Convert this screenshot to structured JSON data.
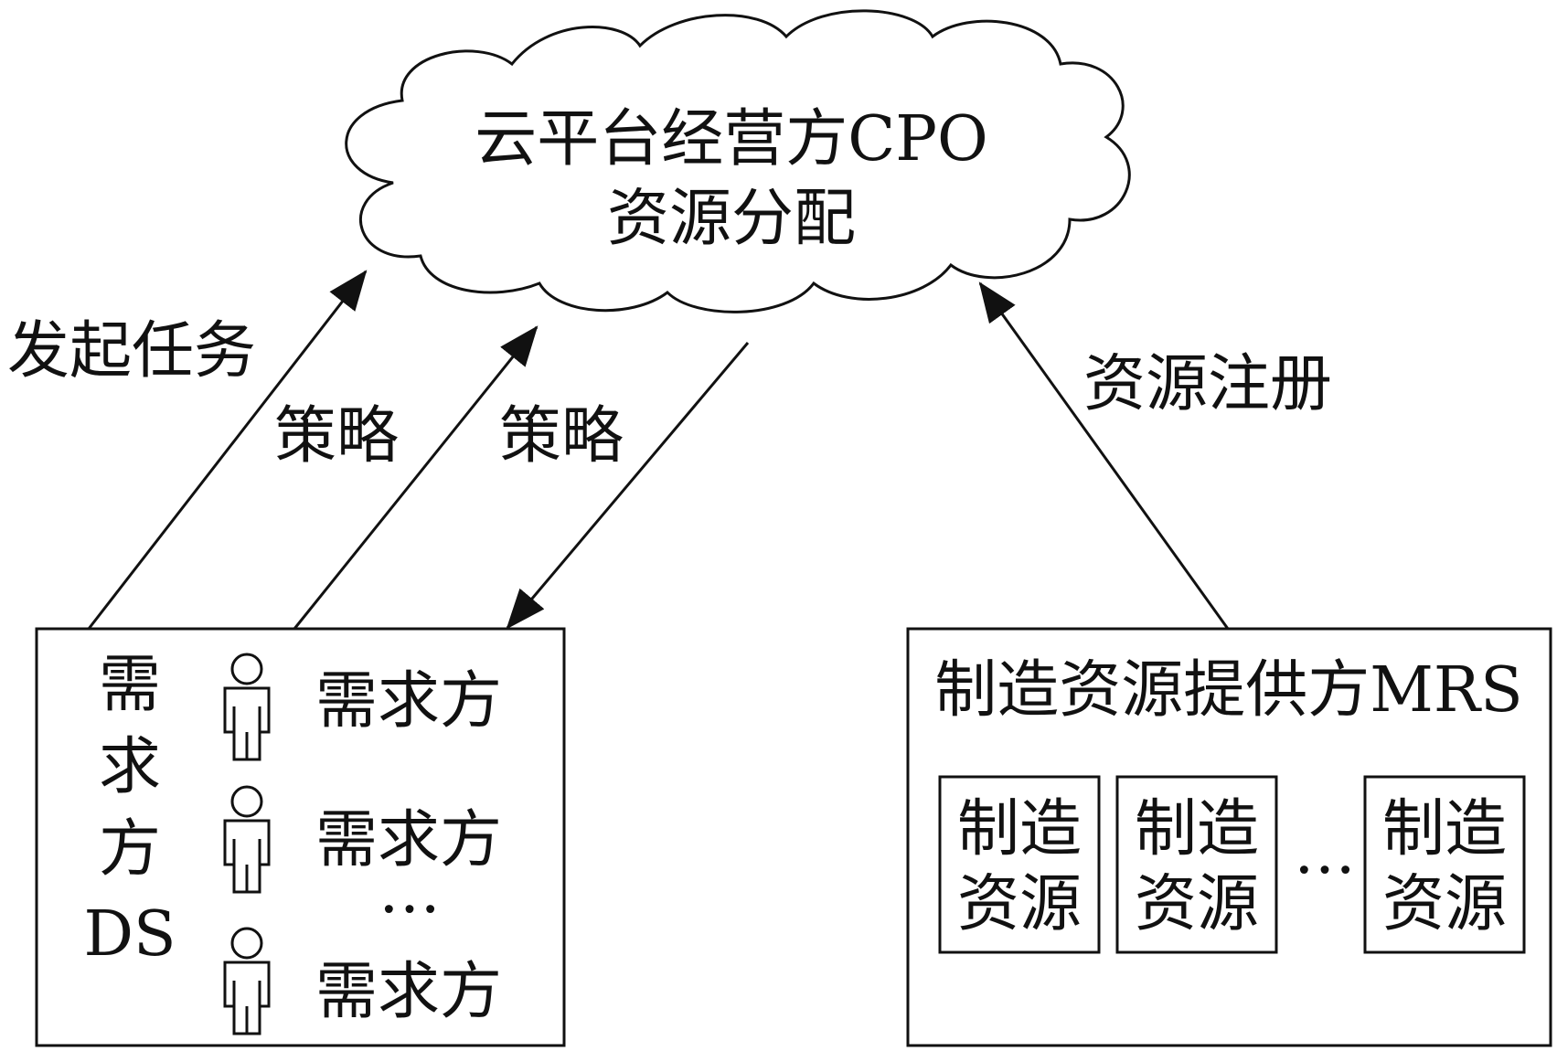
{
  "cloud": {
    "line1": "云平台经营方CPO",
    "line2": "资源分配"
  },
  "arrows": {
    "launch_task": "发起任务",
    "strategy_left": "策略",
    "strategy_right": "策略",
    "resource_register": "资源注册"
  },
  "demander": {
    "title_chars": [
      "需",
      "求",
      "方"
    ],
    "title_code": "DS",
    "items": [
      "需求方",
      "需求方",
      "需求方"
    ],
    "ellipsis": "…"
  },
  "provider": {
    "title": "制造资源提供方MRS",
    "resources": [
      {
        "line1": "制造",
        "line2": "资源"
      },
      {
        "line1": "制造",
        "line2": "资源"
      },
      {
        "line1": "制造",
        "line2": "资源"
      }
    ],
    "ellipsis": "…"
  }
}
